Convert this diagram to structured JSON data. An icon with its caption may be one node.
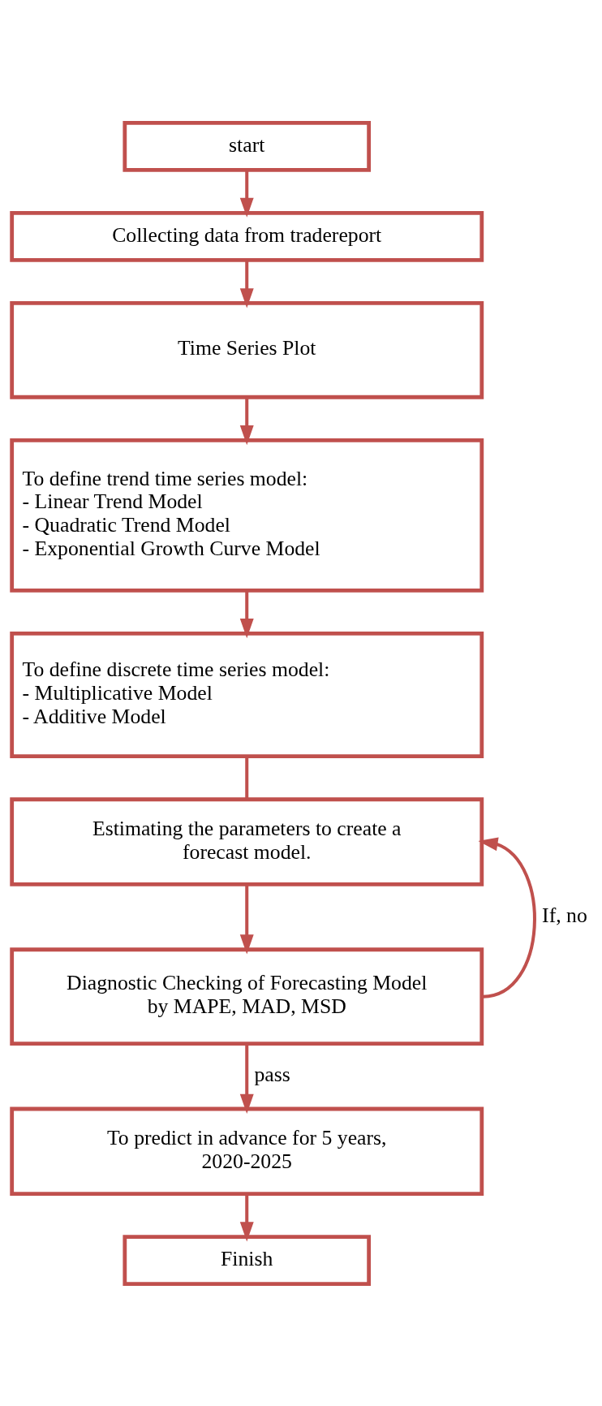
{
  "diagram": {
    "nodes": [
      {
        "text": [
          "start"
        ]
      },
      {
        "text": [
          "Collecting data from tradereport"
        ]
      },
      {
        "text": [
          "Time Series Plot"
        ]
      },
      {
        "text": [
          "To define trend time series model:",
          "- Linear Trend Model",
          "- Quadratic Trend Model",
          "- Exponential Growth Curve Model"
        ]
      },
      {
        "text": [
          "To define discrete time series model:",
          "- Multiplicative Model",
          "- Additive Model"
        ]
      },
      {
        "text": [
          "Estimating the parameters to create a forecast model."
        ]
      },
      {
        "text": [
          "Diagnostic Checking of Forecasting Model by MAPE, MAD, MSD"
        ]
      },
      {
        "text": [
          "To predict in advance for 5 years, 2020-2025"
        ]
      },
      {
        "text": [
          "Finish"
        ]
      }
    ],
    "edges": [
      {
        "from": 0,
        "to": 1,
        "arrow": "to"
      },
      {
        "from": 1,
        "to": 2,
        "arrow": "to"
      },
      {
        "from": 2,
        "to": 3,
        "arrow": "to"
      },
      {
        "from": 3,
        "to": 4,
        "arrow": "to"
      },
      {
        "from": 4,
        "to": 5,
        "arrow": "none"
      },
      {
        "from": 5,
        "to": 6,
        "arrow": "to"
      },
      {
        "from": 6,
        "to": 5,
        "arrow": "to",
        "label": "If, no"
      },
      {
        "from": 6,
        "to": 7,
        "arrow": "to",
        "label": "pass"
      },
      {
        "from": 7,
        "to": 8,
        "arrow": "to"
      }
    ]
  }
}
